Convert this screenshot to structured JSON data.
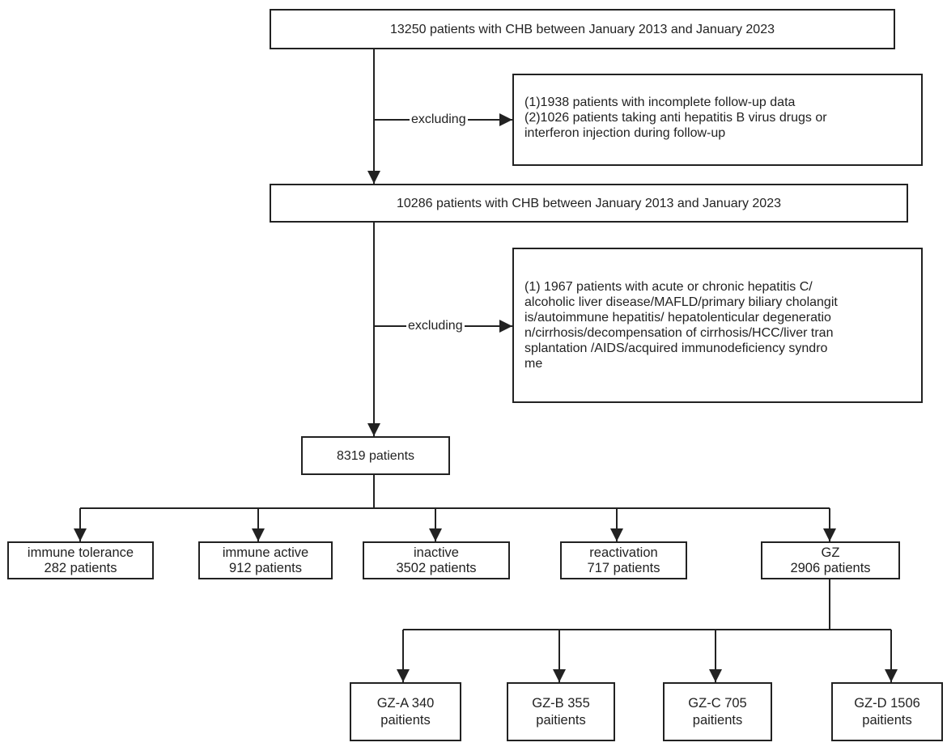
{
  "nodes": {
    "start": "13250 patients with CHB  between January 2013 and January 2023",
    "exclusion_1": {
      "lines": [
        "(1)1938 patients with incomplete follow-up data",
        "(2)1026 patients taking anti hepatitis B virus drugs or",
        "interferon injection during follow-up"
      ]
    },
    "after_exclusion_1": "10286 patients with CHB  between January 2013 and January 2023",
    "exclusion_2": {
      "lines": [
        "(1) 1967 patients with acute or chronic hepatitis C/",
        "alcoholic liver disease/MAFLD/primary biliary cholangit",
        "is/autoimmune hepatitis/ hepatolenticular degeneratio",
        "n/cirrhosis/decompensation of cirrhosis/HCC/liver tran",
        "splantation /AIDS/acquired immunodeficiency syndro",
        "me"
      ]
    },
    "final": "8319 patients",
    "phases": [
      {
        "name": "immune tolerance",
        "count": "282 patients"
      },
      {
        "name": "immune active",
        "count": "912 patients"
      },
      {
        "name": "inactive",
        "count": "3502 patients"
      },
      {
        "name": "reactivation",
        "count": "717 patients"
      },
      {
        "name": "GZ",
        "count": "2906 patients"
      }
    ],
    "gz_groups": [
      {
        "name": "GZ-A 340",
        "count": "paitients"
      },
      {
        "name": "GZ-B 355",
        "count": "paitients"
      },
      {
        "name": "GZ-C 705",
        "count": "paitients"
      },
      {
        "name": "GZ-D 1506",
        "count": "paitients"
      }
    ]
  },
  "edge_labels": {
    "exclude_1": "excluding",
    "exclude_2": "excluding"
  }
}
